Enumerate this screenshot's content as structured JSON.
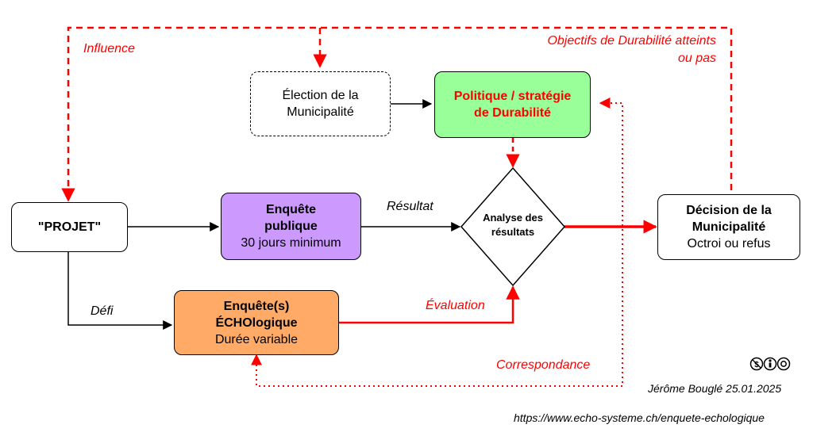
{
  "nodes": {
    "projet": "\"PROJET\"",
    "election": [
      "Élection de la",
      "Municipalité"
    ],
    "politique": [
      "Politique / stratégie",
      "de Durabilité"
    ],
    "enquete_publique": [
      "Enquête",
      "publique",
      "30 jours minimum"
    ],
    "analyse": [
      "Analyse des",
      "résultats"
    ],
    "decision": [
      "Décision de la",
      "Municipalité",
      "Octroi ou refus"
    ],
    "enquete_echo": [
      "Enquête(s)",
      "ÉCHOlogique",
      "Durée variable"
    ]
  },
  "labels": {
    "influence": "Influence",
    "objectifs": [
      "Objectifs de Durabilité atteints",
      "ou pas"
    ],
    "resultat": "Résultat",
    "defi": "Défi",
    "evaluation": "Évaluation",
    "correspondance": "Correspondance"
  },
  "footer": {
    "license_icon": "cc-by-nc-icon",
    "author": "Jérôme Bouglé 25.01.2025",
    "url": "https://www.echo-systeme.ch/enquete-echologique"
  },
  "colors": {
    "accent_red": "#ff0000",
    "politique_fill": "#99ff99",
    "enquete_publique_fill": "#cc99ff",
    "enquete_echo_fill": "#ffaa66"
  }
}
